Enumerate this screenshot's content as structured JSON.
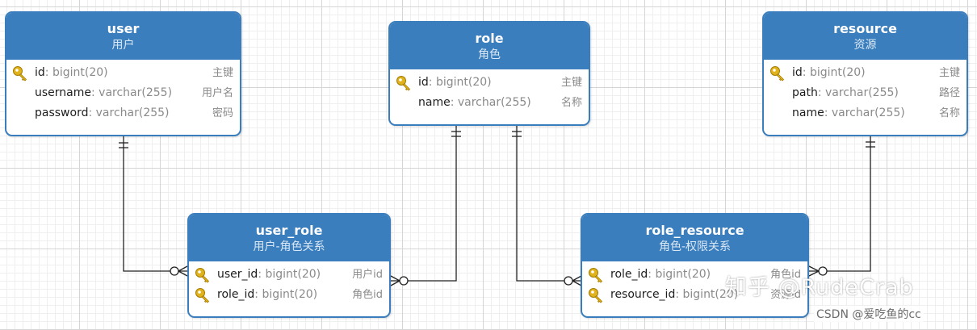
{
  "entities": {
    "user": {
      "name": "user",
      "alias": "用户",
      "fields": [
        {
          "name": "id",
          "type": ": bigint(20)",
          "comment": "主键",
          "key": true
        },
        {
          "name": "username",
          "type": ": varchar(255)",
          "comment": "用户名",
          "key": false
        },
        {
          "name": "password",
          "type": ": varchar(255)",
          "comment": "密码",
          "key": false
        }
      ]
    },
    "role": {
      "name": "role",
      "alias": "角色",
      "fields": [
        {
          "name": "id",
          "type": ": bigint(20)",
          "comment": "主键",
          "key": true
        },
        {
          "name": "name",
          "type": ": varchar(255)",
          "comment": "名称",
          "key": false
        }
      ]
    },
    "resource": {
      "name": "resource",
      "alias": "资源",
      "fields": [
        {
          "name": "id",
          "type": ": bigint(20)",
          "comment": "主键",
          "key": true
        },
        {
          "name": "path",
          "type": ": varchar(255)",
          "comment": "路径",
          "key": false
        },
        {
          "name": "name",
          "type": ": varchar(255)",
          "comment": "名称",
          "key": false
        }
      ]
    },
    "user_role": {
      "name": "user_role",
      "alias": "用户-角色关系",
      "fields": [
        {
          "name": "user_id",
          "type": ": bigint(20)",
          "comment": "用户id",
          "key": true
        },
        {
          "name": "role_id",
          "type": ": bigint(20)",
          "comment": "角色id",
          "key": true
        }
      ]
    },
    "role_resource": {
      "name": "role_resource",
      "alias": "角色-权限关系",
      "fields": [
        {
          "name": "role_id",
          "type": ": bigint(20)",
          "comment": "角色id",
          "key": true
        },
        {
          "name": "resource_id",
          "type": ": bigint(20)",
          "comment": "资源id",
          "key": true
        }
      ]
    }
  },
  "relations": [
    {
      "from": "user",
      "to": "user_role",
      "from_cardinality": "one",
      "to_cardinality": "zero-or-many"
    },
    {
      "from": "role",
      "to": "user_role",
      "from_cardinality": "one",
      "to_cardinality": "zero-or-many"
    },
    {
      "from": "role",
      "to": "role_resource",
      "from_cardinality": "one",
      "to_cardinality": "zero-or-many"
    },
    {
      "from": "resource",
      "to": "role_resource",
      "from_cardinality": "one",
      "to_cardinality": "zero-or-many"
    }
  ],
  "colors": {
    "header": "#3a7ebd",
    "line": "#222222",
    "key_icon": "#e0b21c"
  },
  "icons": {
    "primary_key": "key-icon"
  },
  "watermark": "知乎 @RudeCrab",
  "credit": "CSDN @爱吃鱼的cc"
}
